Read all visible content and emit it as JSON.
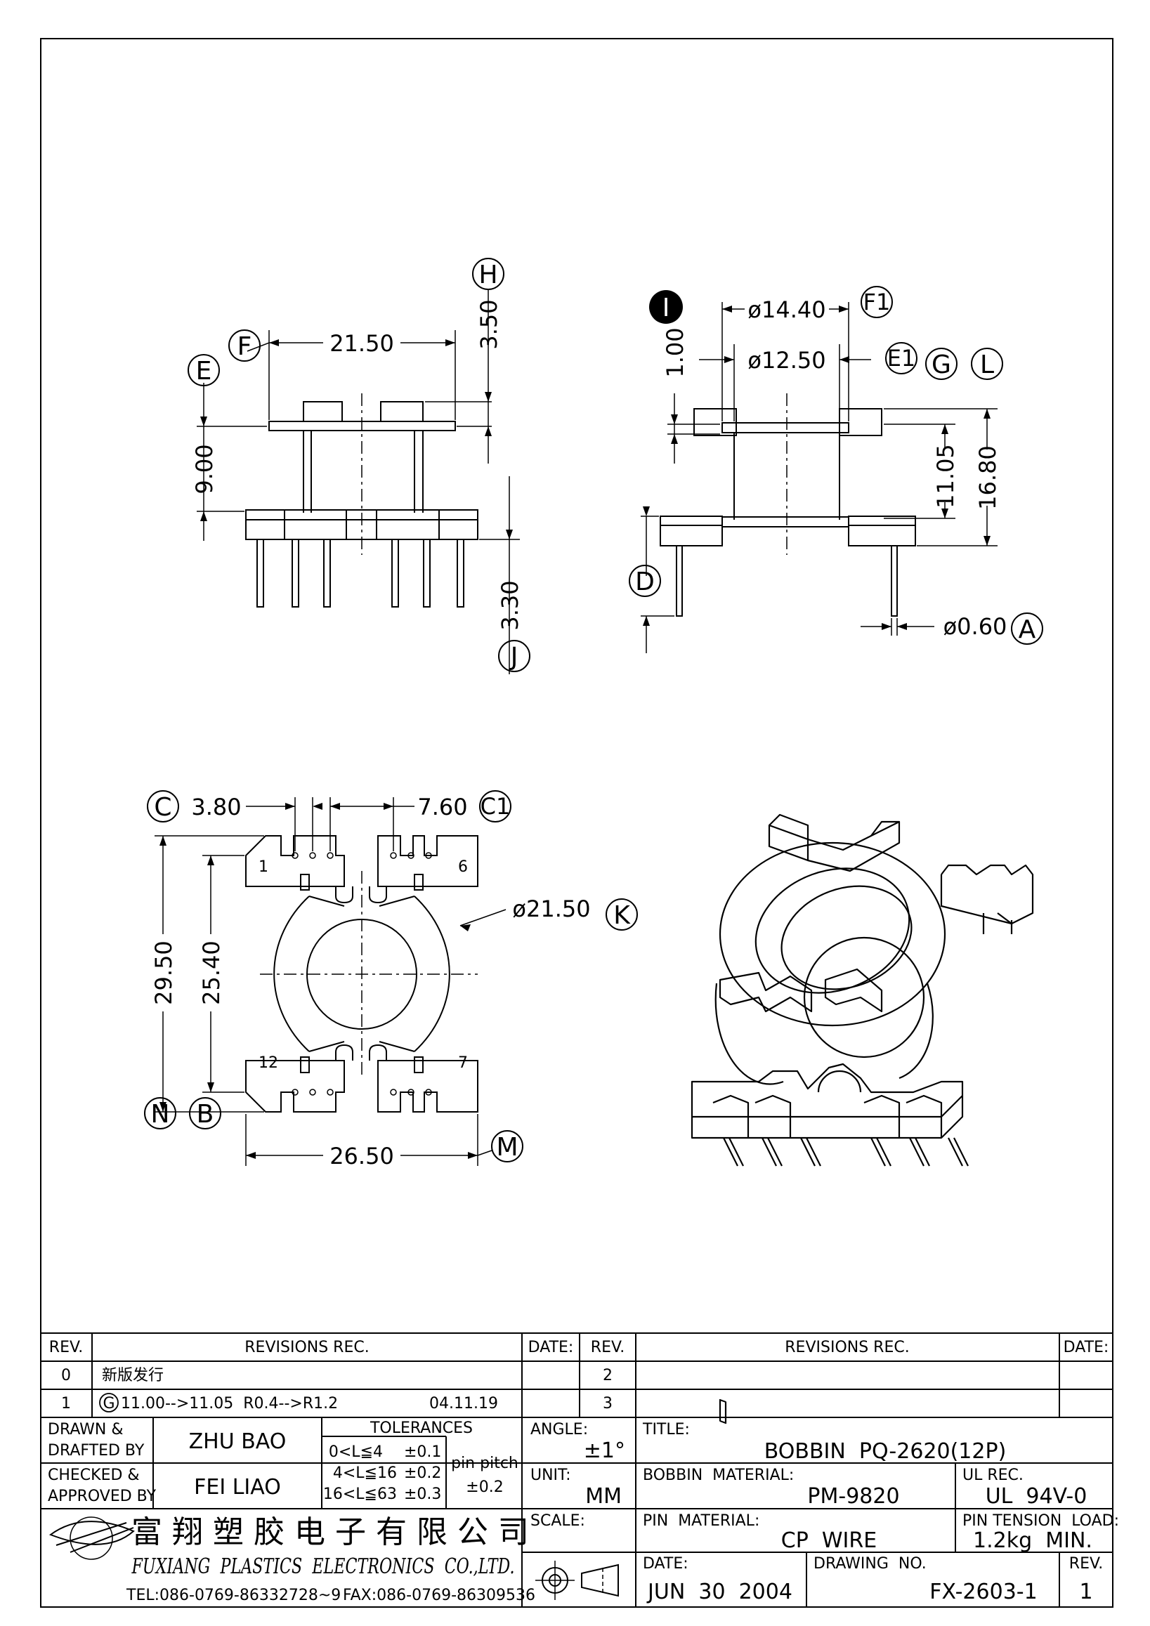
{
  "drawing": {
    "side_view": {
      "dims": {
        "width": "21.50",
        "height": "9.00",
        "flange": "3.50",
        "pin_len": "3.30"
      },
      "labels": {
        "e": "E",
        "f": "F",
        "h": "H",
        "j": "J"
      }
    },
    "front_view": {
      "dims": {
        "outer_dia": "ø14.40",
        "inner_dia": "ø12.50",
        "thk": "1.00",
        "inner_h": "11.05",
        "total_h": "16.80",
        "pin_dia": "ø0.60"
      },
      "labels": {
        "i": "I",
        "f1": "F1",
        "e1": "E1",
        "g": "G",
        "l": "L",
        "d": "D",
        "a": "A"
      }
    },
    "top_view": {
      "dims": {
        "pitch": "3.80",
        "span": "7.60",
        "height": "29.50",
        "inner": "25.40",
        "dia": "ø21.50",
        "width": "26.50"
      },
      "labels": {
        "c": "C",
        "c1": "C1",
        "k": "K",
        "n": "N",
        "b": "B",
        "m": "M"
      },
      "pins": {
        "p1": "1",
        "p6": "6",
        "p12": "12",
        "p7": "7"
      }
    }
  },
  "title_block": {
    "rev_header": "REV.",
    "revisions_header": "REVISIONS   REC.",
    "date_header": "DATE:",
    "left_revs": [
      {
        "rev": "0",
        "text": "新版发行",
        "date": ""
      },
      {
        "rev": "1",
        "balloon": "G",
        "text": "11.00-->11.05  R0.4-->R1.2",
        "date": "04.11.19"
      }
    ],
    "right_revs": [
      {
        "rev": "2"
      },
      {
        "rev": "3"
      }
    ],
    "drawn_label_1": "DRAWN &",
    "drawn_label_2": "DRAFTED BY",
    "drawn_value": "ZHU BAO",
    "checked_label_1": "CHECKED &",
    "checked_label_2": "APPROVED BY",
    "checked_value": "FEI LIAO",
    "tolerances_label": "TOLERANCES",
    "tol_rows": [
      {
        "range": "0<L≦4",
        "value": "±0.1"
      },
      {
        "range": "4<L≦16",
        "value": "±0.2"
      },
      {
        "range": "16<L≦63",
        "value": "±0.3"
      }
    ],
    "pin_pitch_label": "pin pitch",
    "pin_pitch_value": "±0.2",
    "angle_label": "ANGLE:",
    "angle_value": "±1°",
    "unit_label": "UNIT:",
    "unit_value": "MM",
    "scale_label": "SCALE:",
    "title_label": "TITLE:",
    "title_value": "BOBBIN  PQ-2620(12P)",
    "bobbin_material_label": "BOBBIN  MATERIAL:",
    "bobbin_material_value": "PM-9820",
    "ul_label": "UL REC.",
    "ul_value": "UL  94V-0",
    "pin_material_label": "PIN  MATERIAL:",
    "pin_material_value": "CP  WIRE",
    "pin_tension_label": "PIN TENSION  LOAD:",
    "pin_tension_value": "1.2kg  MIN.",
    "date_label": "DATE:",
    "date_value": "JUN  30  2004",
    "drawing_no_label": "DRAWING  NO.",
    "drawing_no_value": "FX-2603-1",
    "rev_label": "REV.",
    "rev_value": "1",
    "company_cn": "富 翔 塑 胶 电 子 有 限 公 司",
    "company_en": "FUXIANG  PLASTICS  ELECTRONICS  CO.,LTD.",
    "tel": "TEL:086-0769-86332728~9",
    "fax": "FAX:086-0769-86309536"
  }
}
